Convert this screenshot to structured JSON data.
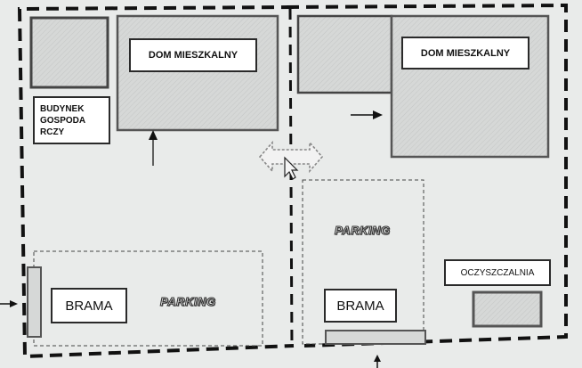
{
  "plan": {
    "house_left_label": "DOM MIESZKALNY",
    "house_right_label": "DOM MIESZKALNY",
    "farm_building_lines": [
      "BUDYNEK",
      "GOSPODA",
      "RCZY"
    ],
    "parking_left_label": "PARKING",
    "parking_right_label": "PARKING",
    "gate_left_label": "BRAMA",
    "gate_right_label": "BRAMA",
    "treatment_plant_label": "OCZYSZCZALNIA"
  },
  "colors": {
    "background": "#e9ebea",
    "building_fill": "#d6d8d7",
    "outline": "#2a2a2a",
    "label_fill": "#ffffff"
  },
  "icons": [
    "arrow-right-icon",
    "arrow-up-icon",
    "double-arrow-icon",
    "cursor-icon"
  ]
}
